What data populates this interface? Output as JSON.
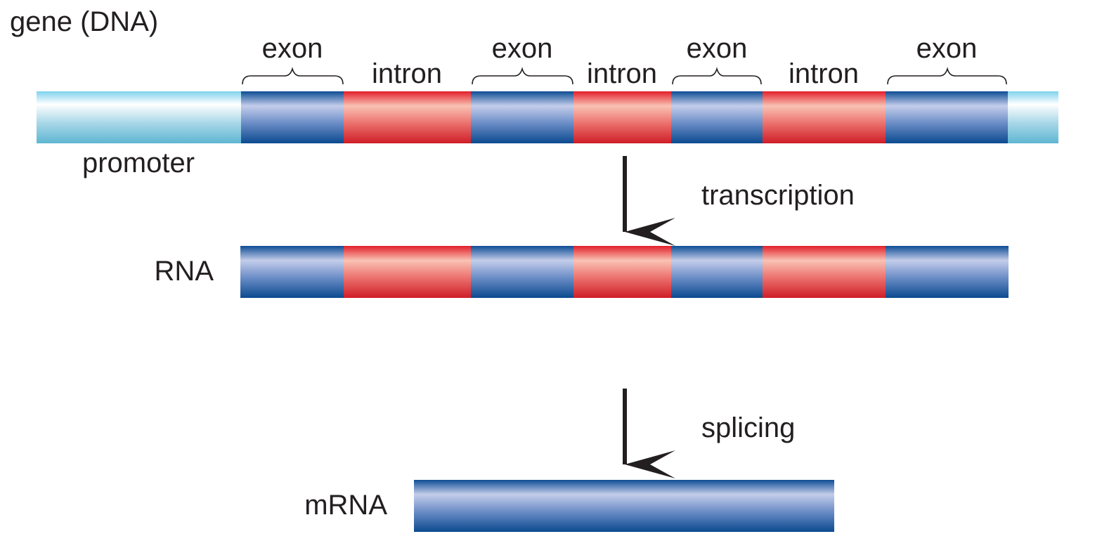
{
  "labels": {
    "gene": "gene (DNA)",
    "promoter": "promoter",
    "rna": "RNA",
    "mrna": "mRNA",
    "transcription": "transcription",
    "splicing": "splicing"
  },
  "segments": [
    {
      "kind": "exon",
      "label": "exon"
    },
    {
      "kind": "intron",
      "label": "intron"
    },
    {
      "kind": "exon",
      "label": "exon"
    },
    {
      "kind": "intron",
      "label": "intron"
    },
    {
      "kind": "exon",
      "label": "exon"
    },
    {
      "kind": "intron",
      "label": "intron"
    },
    {
      "kind": "exon",
      "label": "exon"
    }
  ],
  "colors": {
    "exon": "#1c57a3",
    "intron": "#db2a2f",
    "promoter": "#7cd1ea",
    "arrow": "#231f20",
    "text": "#231f20"
  }
}
